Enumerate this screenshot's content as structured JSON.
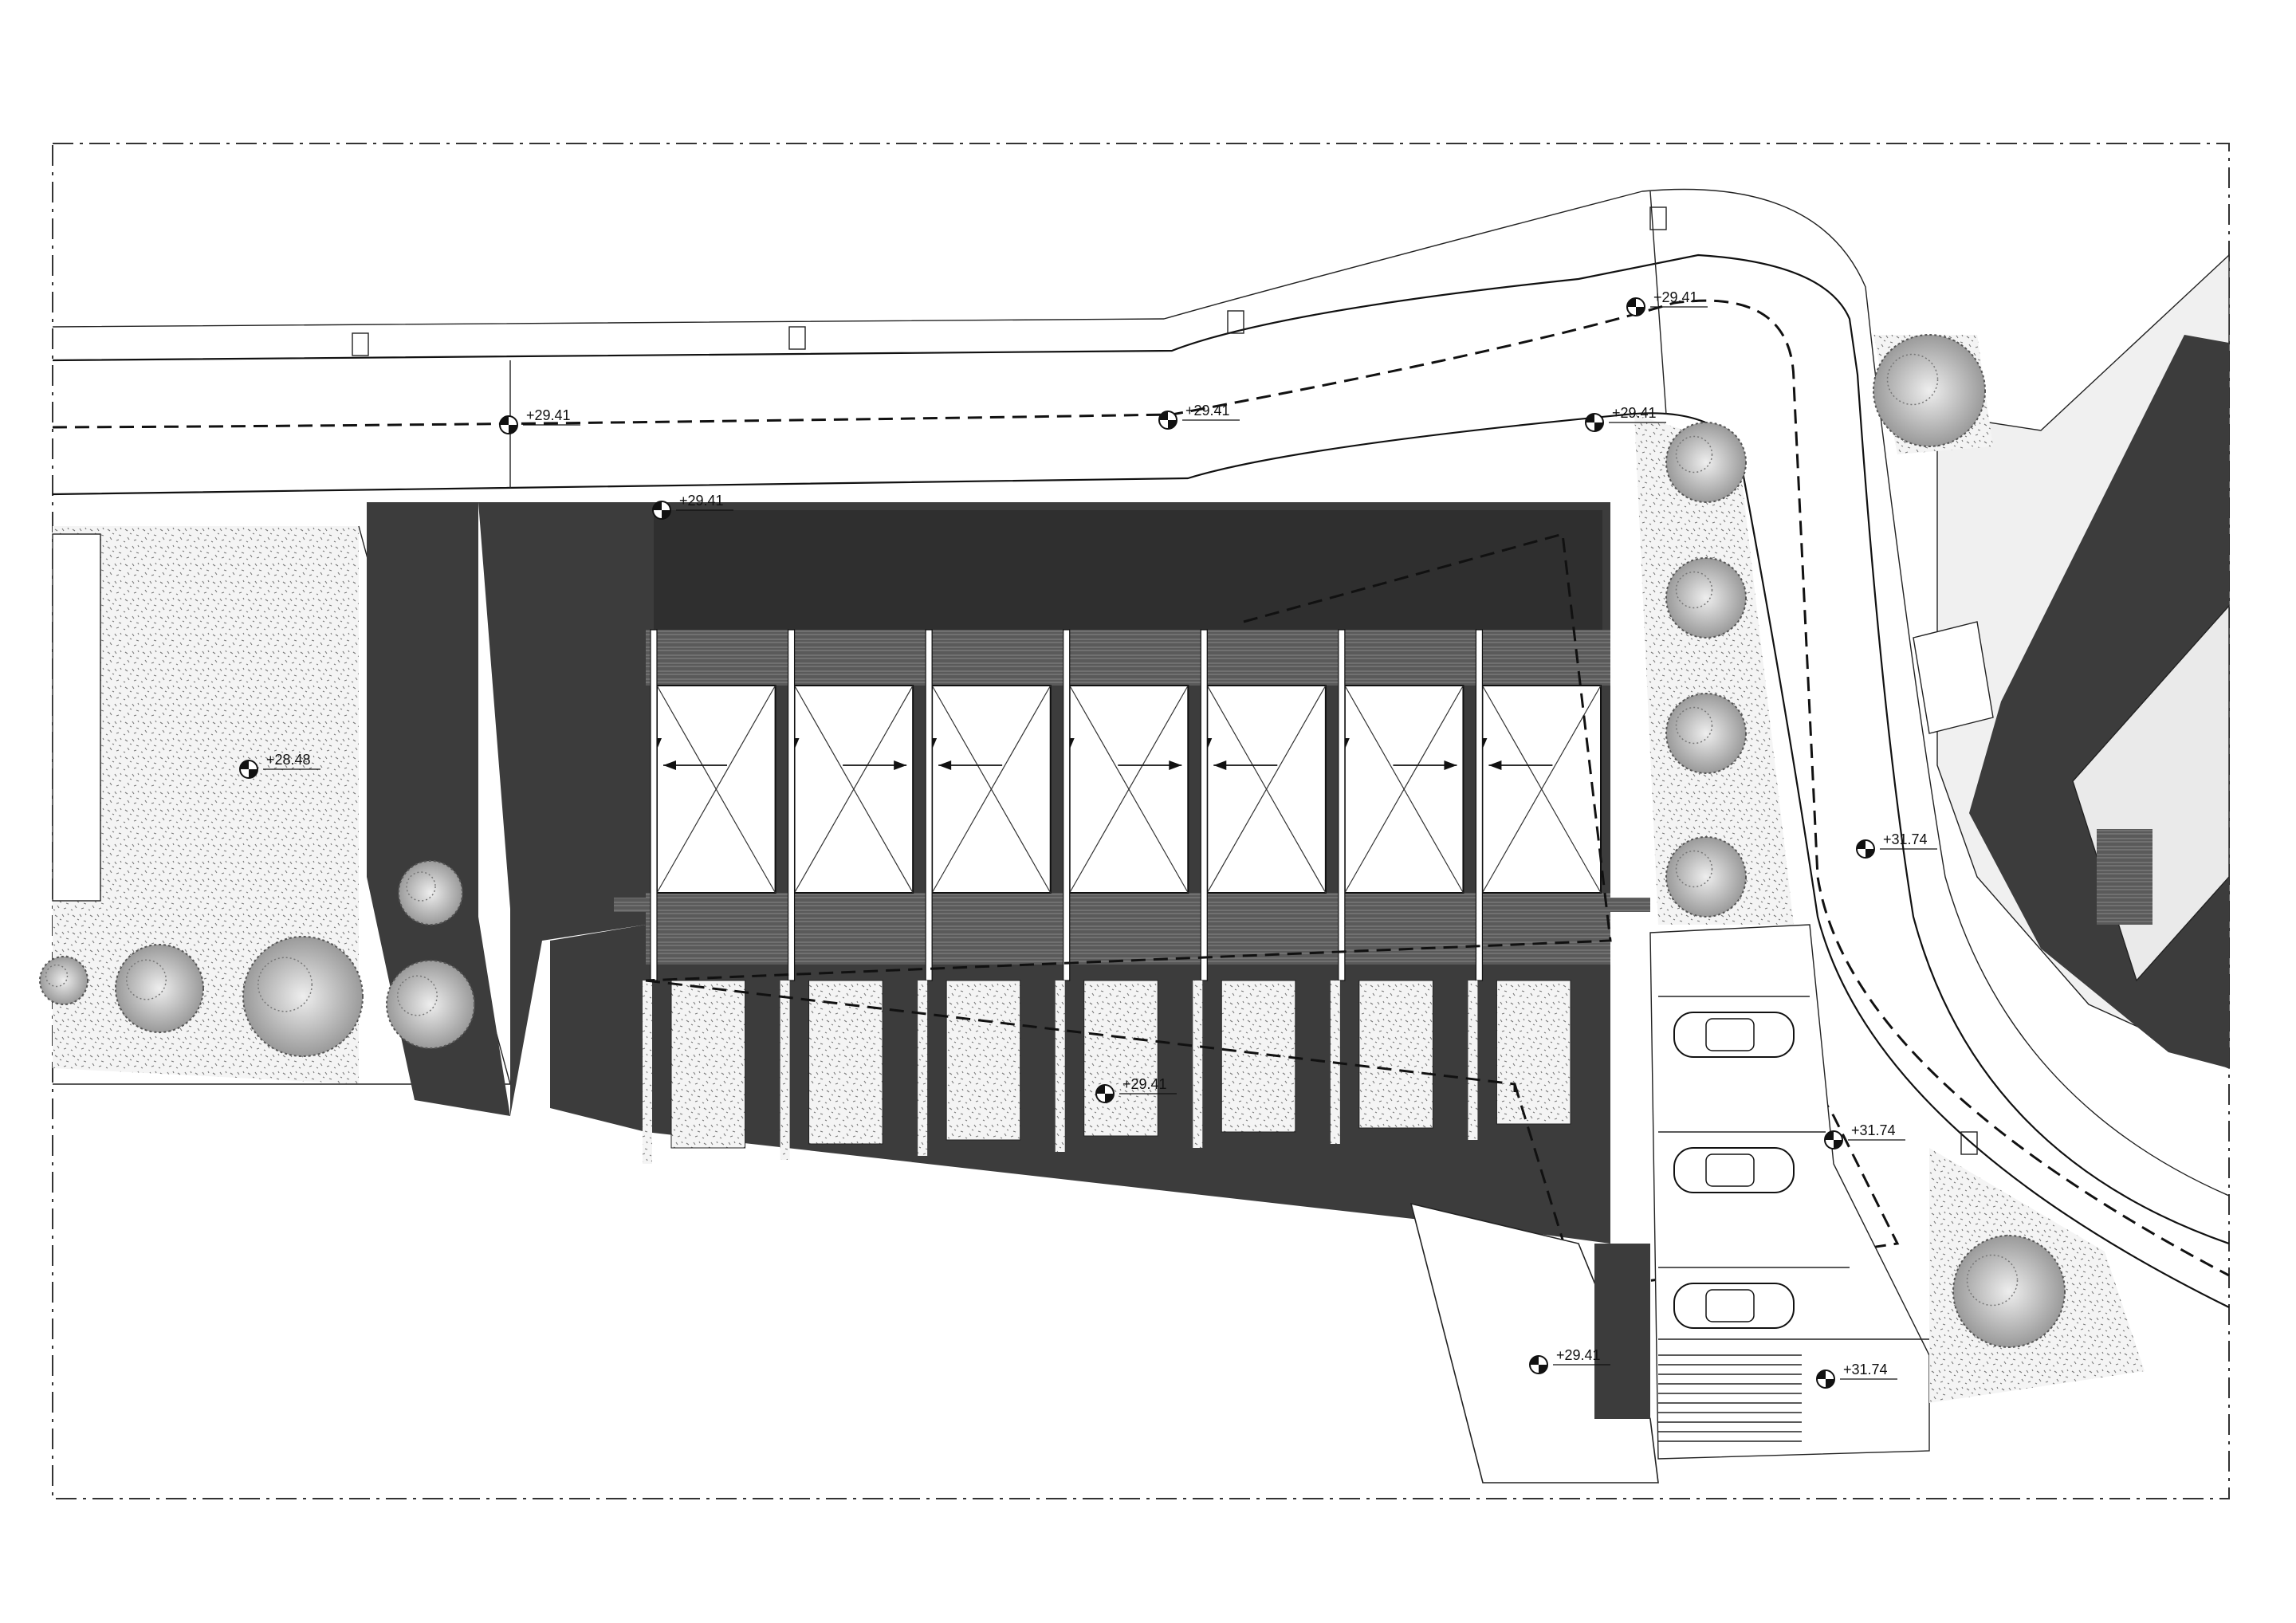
{
  "colors": {
    "background": "#ffffff",
    "ink": "#111111",
    "building": "#3c3c3c",
    "paved": "#e9e9e9"
  },
  "levels": [
    {
      "id": "road-west",
      "value": "+29.41"
    },
    {
      "id": "road-mid",
      "value": "+29.41"
    },
    {
      "id": "road-bend",
      "value": "+29.41"
    },
    {
      "id": "bend-inner",
      "value": "+29.41"
    },
    {
      "id": "building-top",
      "value": "+29.41"
    },
    {
      "id": "garden-west",
      "value": "+28.48"
    },
    {
      "id": "courtyard",
      "value": "+29.41"
    },
    {
      "id": "road-east",
      "value": "+31.74"
    },
    {
      "id": "parking",
      "value": "+31.74"
    },
    {
      "id": "entrance",
      "value": "+29.41"
    },
    {
      "id": "stairs",
      "value": "+31.74"
    }
  ],
  "units_count": 7
}
